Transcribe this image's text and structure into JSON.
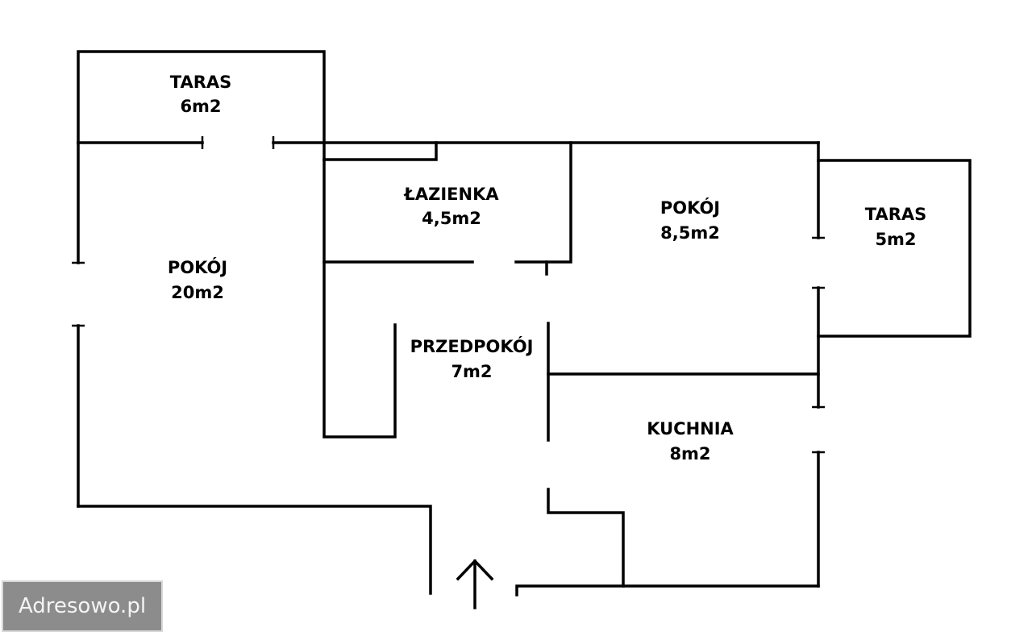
{
  "rooms": [
    {
      "name": "TARAS",
      "area": "6m2"
    },
    {
      "name": "ŁAZIENKA",
      "area": "4,5m2"
    },
    {
      "name": "POKÓJ",
      "area": "8,5m2"
    },
    {
      "name": "TARAS",
      "area": "5m2"
    },
    {
      "name": "POKÓJ",
      "area": "20m2"
    },
    {
      "name": "PRZEDPOKÓJ",
      "area": "7m2"
    },
    {
      "name": "KUCHNIA",
      "area": "8m2"
    }
  ],
  "watermark": "Adresowo.pl",
  "icons": {
    "entrance": "entrance-arrow-icon"
  }
}
